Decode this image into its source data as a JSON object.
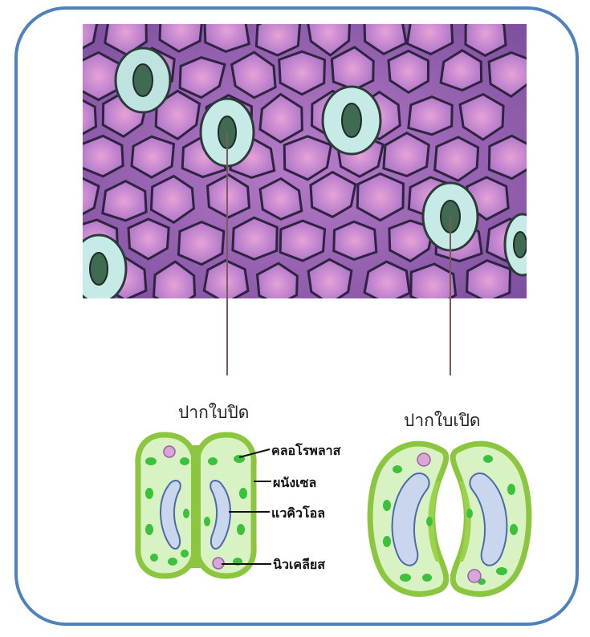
{
  "labels": {
    "closed": "ปากใบปิด",
    "open": "ปากใบเปิด",
    "chloroplast": "คลอโรพลาส",
    "cell_wall": "ผนังเซล",
    "vacuole": "แวคิวโอล",
    "nucleus": "นิวเคลียส"
  },
  "colors": {
    "frame": "#4f81bd",
    "cell_wall": "#8cc63f",
    "cytoplasm": "#d9f2c4",
    "vacuole": "#c9d6ee",
    "chloroplast": "#3cc13c",
    "nucleus": "#d8a6d8",
    "pointer": "#7a5a5a",
    "micro_bg": "#9b62b8"
  },
  "icons": [
    "micrograph-epidermis",
    "closed-stoma-diagram",
    "open-stoma-diagram"
  ]
}
